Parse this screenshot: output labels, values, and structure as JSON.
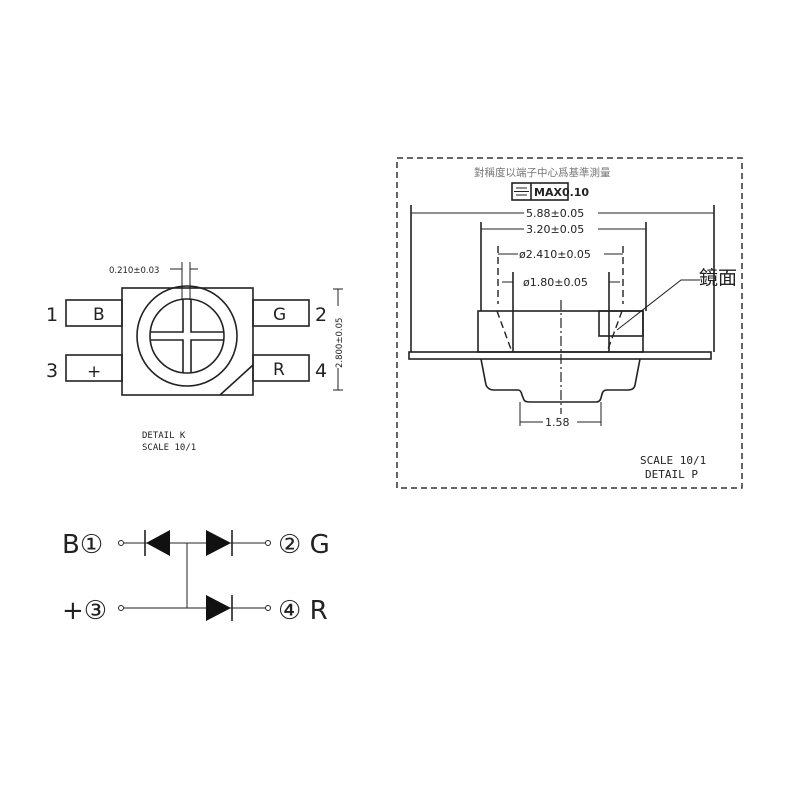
{
  "detail_k": {
    "pins": [
      {
        "number": "1",
        "label": "B"
      },
      {
        "number": "2",
        "label": "G"
      },
      {
        "number": "3",
        "label": "+"
      },
      {
        "number": "4",
        "label": "R"
      }
    ],
    "dim_gap": "0.210±0.03",
    "dim_height": "2.800±0.05",
    "title": "DETAIL K",
    "scale": "SCALE 10/1"
  },
  "detail_p": {
    "note": "對稱度以端子中心爲基準測量",
    "tolerance_symbol": "symmetry",
    "tolerance_value": "MAX0.10",
    "dim_overall": "5.88±0.05",
    "dim_body": "3.20±0.05",
    "dim_outer_dia": "ø2.410±0.05",
    "dim_inner_dia": "ø1.80±0.05",
    "dim_bottom": "1.58",
    "mirror_label": "鏡面",
    "scale": "SCALE 10/1",
    "title": "DETAIL P"
  },
  "schematic": {
    "top_left": "B①",
    "bottom_left": "+③",
    "top_right": "② G",
    "bottom_right": "④ R"
  }
}
